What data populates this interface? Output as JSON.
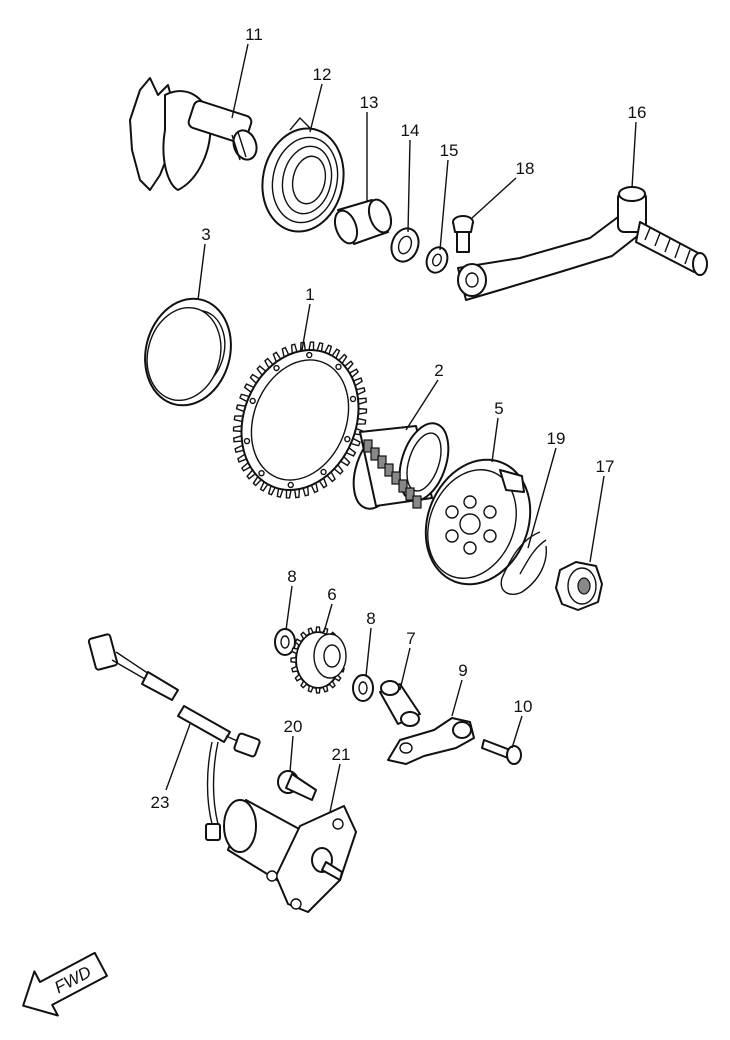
{
  "diagram": {
    "callouts": [
      "1",
      "2",
      "3",
      "5",
      "6",
      "7",
      "8",
      "8",
      "9",
      "10",
      "11",
      "12",
      "13",
      "14",
      "15",
      "16",
      "17",
      "18",
      "19",
      "20",
      "21",
      "23"
    ],
    "direction_label": "FWD"
  }
}
